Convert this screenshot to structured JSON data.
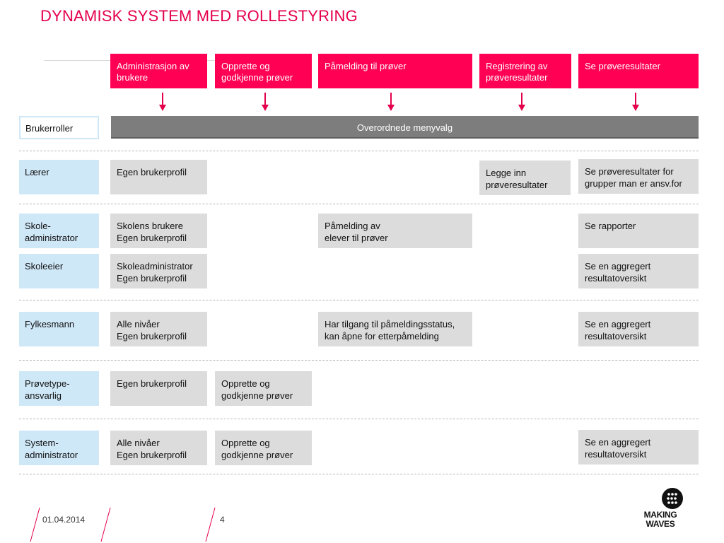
{
  "title": "DYNAMISK SYSTEM MED ROLLESTYRING",
  "headers": [
    {
      "line1": "Administrasjon av",
      "line2": "brukere"
    },
    {
      "line1": "Opprette og",
      "line2": "godkjenne prøver"
    },
    {
      "line1": "Påmelding til prøver",
      "line2": ""
    },
    {
      "line1": "Registrering av",
      "line2": "prøveresultater"
    },
    {
      "line1": "Se prøveresultater",
      "line2": ""
    }
  ],
  "brukerroller": "Brukerroller",
  "overordnede": "Overordnede menyvalg",
  "rows": {
    "laerer": {
      "role": [
        "Lærer",
        ""
      ],
      "c1": [
        "Egen brukerprofil",
        ""
      ],
      "c4": [
        "Legge inn",
        "prøveresultater"
      ],
      "c5": [
        "Se prøveresultater for",
        "grupper man er ansv.for"
      ]
    },
    "skoleadmin": {
      "role": [
        "Skole-",
        "administrator"
      ],
      "c1": [
        "Skolens brukere",
        "Egen brukerprofil"
      ],
      "c3": [
        "Påmelding av",
        "elever til prøver"
      ],
      "c5": [
        "Se rapporter",
        ""
      ]
    },
    "skoleeier": {
      "role": [
        "Skoleeier",
        ""
      ],
      "c1": [
        "Skoleadministrator",
        "Egen brukerprofil"
      ],
      "c5": [
        "Se en aggregert",
        "resultatoversikt"
      ]
    },
    "fylkesmann": {
      "role": [
        "Fylkesmann",
        ""
      ],
      "c1": [
        "Alle nivåer",
        "Egen brukerprofil"
      ],
      "c3": [
        "Har tilgang til påmeldingsstatus,",
        "kan åpne for etterpåmelding"
      ],
      "c5": [
        "Se en aggregert",
        "resultatoversikt"
      ]
    },
    "provetype": {
      "role": [
        "Prøvetype-",
        "ansvarlig"
      ],
      "c1": [
        "Egen brukerprofil",
        ""
      ],
      "c2": [
        "Opprette og",
        "godkjenne prøver"
      ]
    },
    "sysadmin": {
      "role": [
        "System-",
        "administrator"
      ],
      "c1": [
        "Alle nivåer",
        "Egen brukerprofil"
      ],
      "c2": [
        "Opprette og",
        "godkjenne prøver"
      ],
      "c5": [
        "Se en aggregert",
        "resultatoversikt"
      ]
    }
  },
  "footer": {
    "date": "01.04.2014",
    "page": "4"
  },
  "logo": {
    "line1": "MAKING",
    "line2": "WAVES"
  },
  "colors": {
    "accent": "#ff0055",
    "title": "#e4004b",
    "role_bg": "#cfe8f8",
    "cell_bg": "#dcdcdc",
    "bar_bg": "#7d7d7d"
  }
}
